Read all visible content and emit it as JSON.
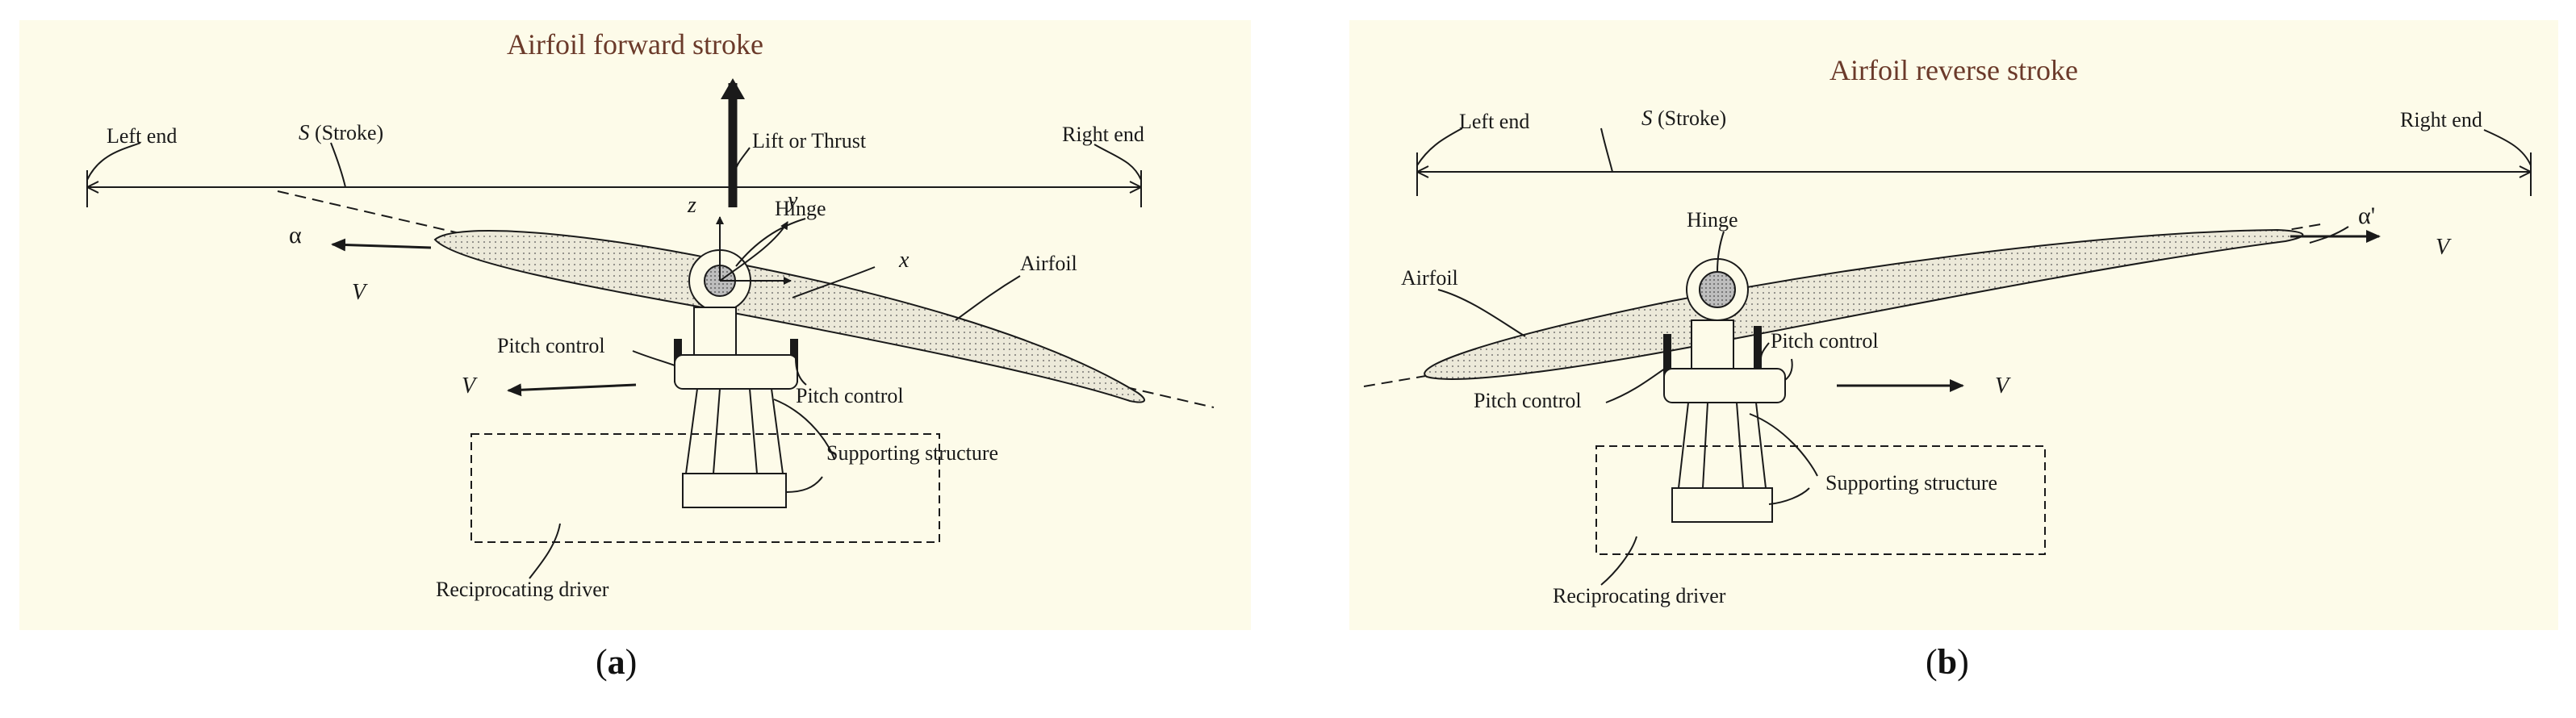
{
  "colors": {
    "panel_bg": "#fdfbe9",
    "ink": "#1a1a1a",
    "title_color": "#6b3a2a",
    "airfoil_fill": "#ece9d9"
  },
  "panel_a": {
    "title": "Airfoil forward stroke",
    "left_end": "Left end",
    "right_end": "Right end",
    "stroke_symbol": "S",
    "stroke_text": "(Stroke)",
    "lift": "Lift or Thrust",
    "hinge": "Hinge",
    "axis_x": "x",
    "axis_y": "y",
    "axis_z": "z",
    "alpha": "α",
    "velocity_1": "V",
    "velocity_2": "V",
    "airfoil": "Airfoil",
    "pitch_control_left": "Pitch control",
    "pitch_control_right": "Pitch control",
    "supporting_structure": "Supporting structure",
    "reciprocating_driver": "Reciprocating driver",
    "caption_open": "(",
    "caption_letter": "a",
    "caption_close": ")"
  },
  "panel_b": {
    "title": "Airfoil reverse stroke",
    "left_end": "Left end",
    "right_end": "Right end",
    "stroke_symbol": "S",
    "stroke_text": "(Stroke)",
    "hinge": "Hinge",
    "alpha": "α'",
    "velocity_1": "V",
    "velocity_2": "V",
    "airfoil": "Airfoil",
    "pitch_control_right": "Pitch control",
    "pitch_control_left": "Pitch control",
    "supporting_structure": "Supporting structure",
    "reciprocating_driver": "Reciprocating driver",
    "caption_open": "(",
    "caption_letter": "b",
    "caption_close": ")"
  }
}
